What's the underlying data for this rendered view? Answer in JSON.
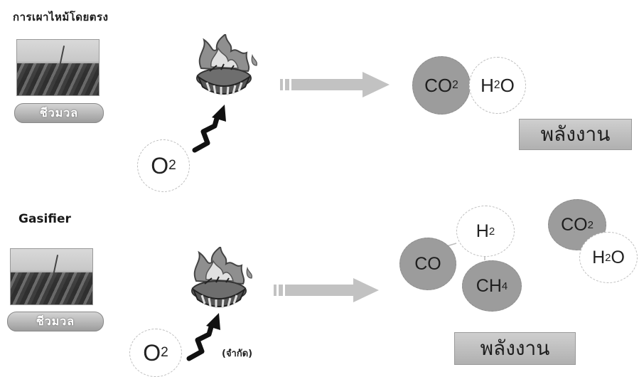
{
  "sections": {
    "direct": {
      "heading": "การเผาไหม้โดยตรง",
      "biomass_label": "ชีวมวล",
      "oxygen": {
        "symbol": "O",
        "subscript": "2"
      },
      "products": [
        {
          "symbol": "CO",
          "subscript": "2"
        },
        {
          "symbol": "H",
          "subscript": "2",
          "tail": "O"
        }
      ],
      "energy_label": "พลังงาน"
    },
    "gasifier": {
      "heading": "Gasifier",
      "biomass_label": "ชีวมวล",
      "oxygen": {
        "symbol": "O",
        "subscript": "2"
      },
      "limited_note": "(จำกัด)",
      "syngas": [
        {
          "symbol": "H",
          "subscript": "2"
        },
        {
          "symbol": "CO",
          "subscript": ""
        },
        {
          "symbol": "CH",
          "subscript": "4"
        }
      ],
      "byproducts": [
        {
          "symbol": "CO",
          "subscript": "2"
        },
        {
          "symbol": "H",
          "subscript": "2",
          "tail": "O"
        }
      ],
      "energy_label": "พลังงาน"
    }
  },
  "colors": {
    "gray_fill": "#9c9c9c",
    "arrow_fill": "#bdbdbd",
    "energy_box": "#c4c4c4"
  },
  "icons": [
    "burning-biomass-icon",
    "oxygen-feed-arrow-icon",
    "process-arrow-icon"
  ]
}
